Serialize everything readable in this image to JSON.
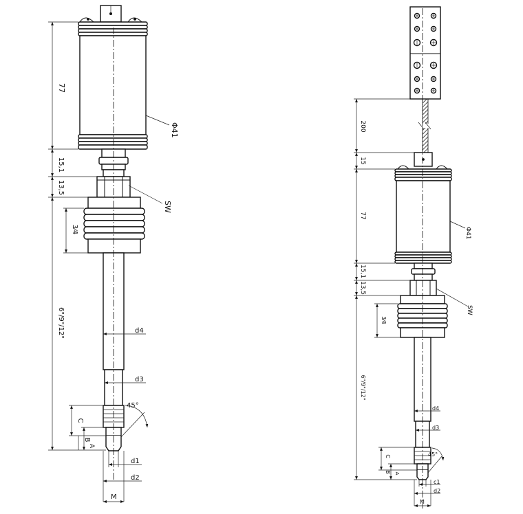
{
  "left_view": {
    "dimensions": {
      "housing_length": "77",
      "housing_diameter": "Φ41",
      "neck": "15,1",
      "hex_height": "13,5",
      "wrench": "SW",
      "fin_height": "3⁄4",
      "rod_length": "6\"/9\"/12\"",
      "rod_diameter": "d4",
      "tip_diameter": "d3",
      "chamfer": "45°",
      "C": "C",
      "B": "B",
      "A": "A",
      "d1": "d1",
      "d2": "d2",
      "M": "M"
    }
  },
  "right_view": {
    "dimensions": {
      "cable_length": "200",
      "neck_top": "15",
      "housing_length": "77",
      "housing_diameter": "Φ41",
      "neck": "15,1",
      "hex_height": "13,5",
      "wrench": "SW",
      "fin_height": "3⁄4",
      "rod_length": "6\"/9\"/12\"",
      "rod_diameter": "d4",
      "tip_diameter": "d3",
      "chamfer": "45°",
      "C": "C",
      "B": "B",
      "A": "A",
      "c1": "c1",
      "d2": "d2",
      "M": "M"
    }
  }
}
